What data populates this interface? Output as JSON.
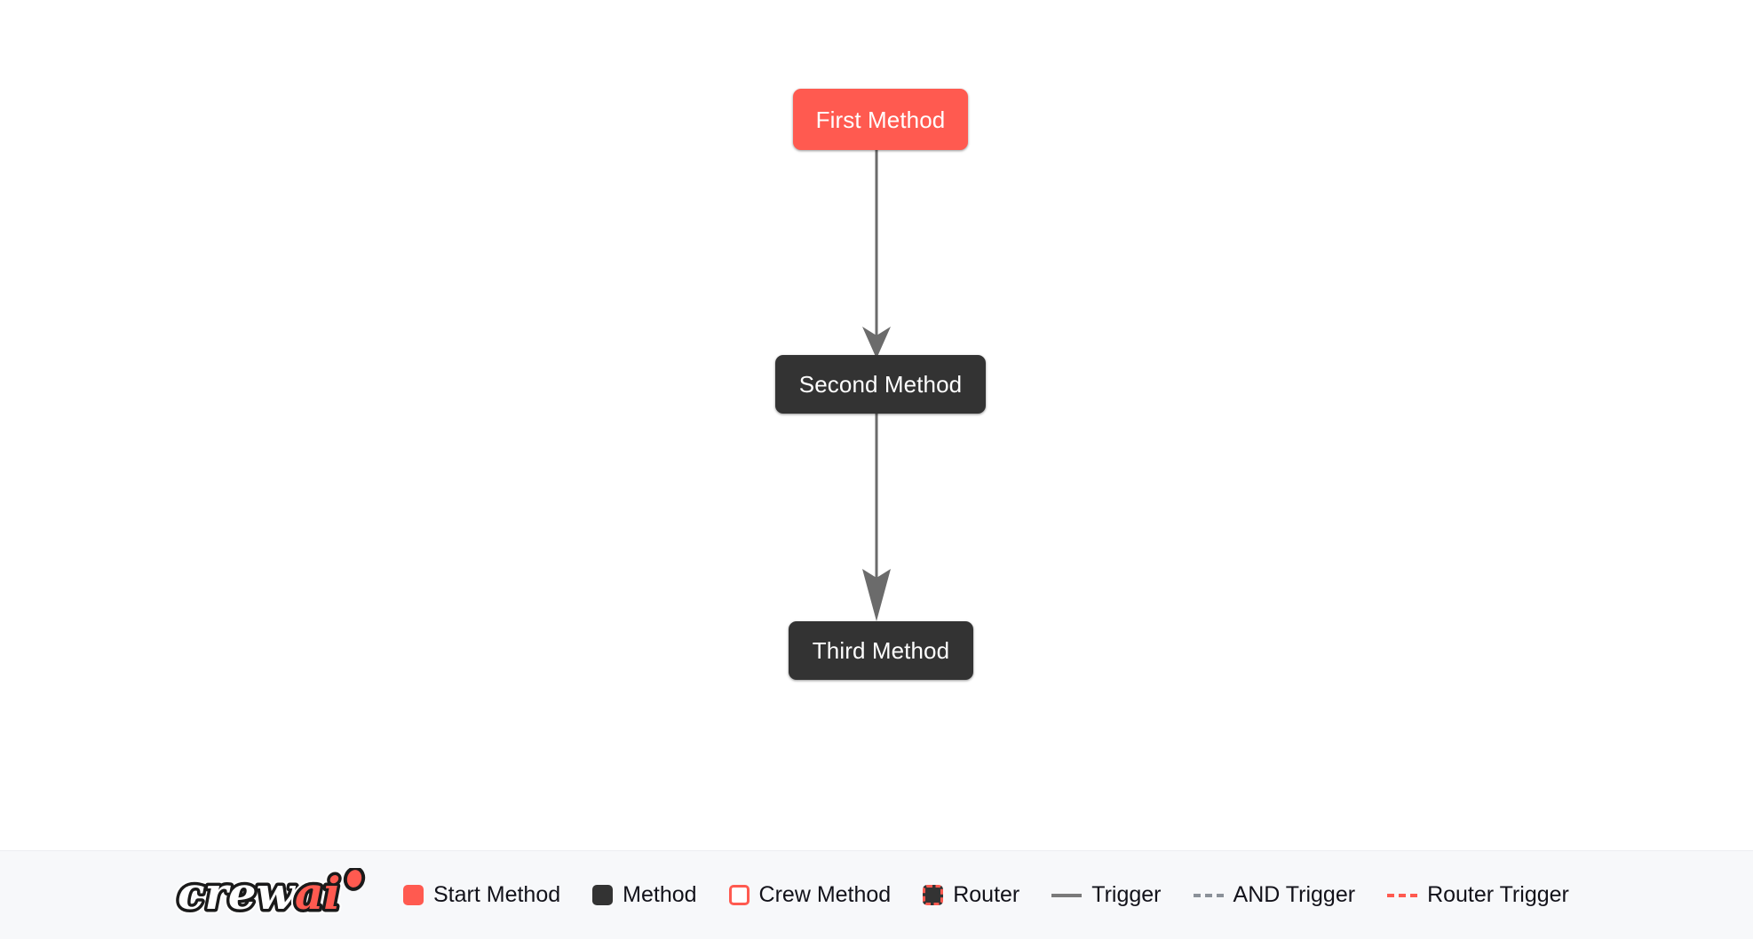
{
  "canvas": {
    "background_color": "#ffffff",
    "nodes": [
      {
        "id": "first",
        "label": "First Method",
        "type": "start-method",
        "color": "#ff5a50",
        "text_color": "#ffffff"
      },
      {
        "id": "second",
        "label": "Second Method",
        "type": "method",
        "color": "#333333",
        "text_color": "#ffffff"
      },
      {
        "id": "third",
        "label": "Third Method",
        "type": "method",
        "color": "#333333",
        "text_color": "#ffffff"
      }
    ],
    "edges": [
      {
        "id": "edge-first-second",
        "from": "first",
        "to": "second",
        "type": "trigger",
        "style": "solid",
        "color": "#6b6b6b",
        "arrow": true
      },
      {
        "id": "edge-second-third",
        "from": "second",
        "to": "third",
        "type": "trigger",
        "style": "solid",
        "color": "#6b6b6b",
        "arrow": true
      }
    ]
  },
  "legend": {
    "background_color": "#f7f8fa",
    "brand": {
      "name": "crewai",
      "word_primary": "crew",
      "word_accent": "ai",
      "accent_color": "#ff5a50",
      "outline_color": "#1a1a1a"
    },
    "items": [
      {
        "id": "start-method",
        "label": "Start Method",
        "marker": "square-filled",
        "color": "#ff5a50"
      },
      {
        "id": "method",
        "label": "Method",
        "marker": "square-filled",
        "color": "#333333"
      },
      {
        "id": "crew-method",
        "label": "Crew Method",
        "marker": "square-outline",
        "color": "#ff5a50"
      },
      {
        "id": "router",
        "label": "Router",
        "marker": "square-dashed",
        "color": "#ff5a50"
      },
      {
        "id": "trigger",
        "label": "Trigger",
        "marker": "line-solid",
        "color": "#7a7a7a"
      },
      {
        "id": "and-trigger",
        "label": "AND Trigger",
        "marker": "line-dashed",
        "color": "#8b9199"
      },
      {
        "id": "router-trigger",
        "label": "Router Trigger",
        "marker": "line-dashed",
        "color": "#ff5a50"
      }
    ]
  }
}
